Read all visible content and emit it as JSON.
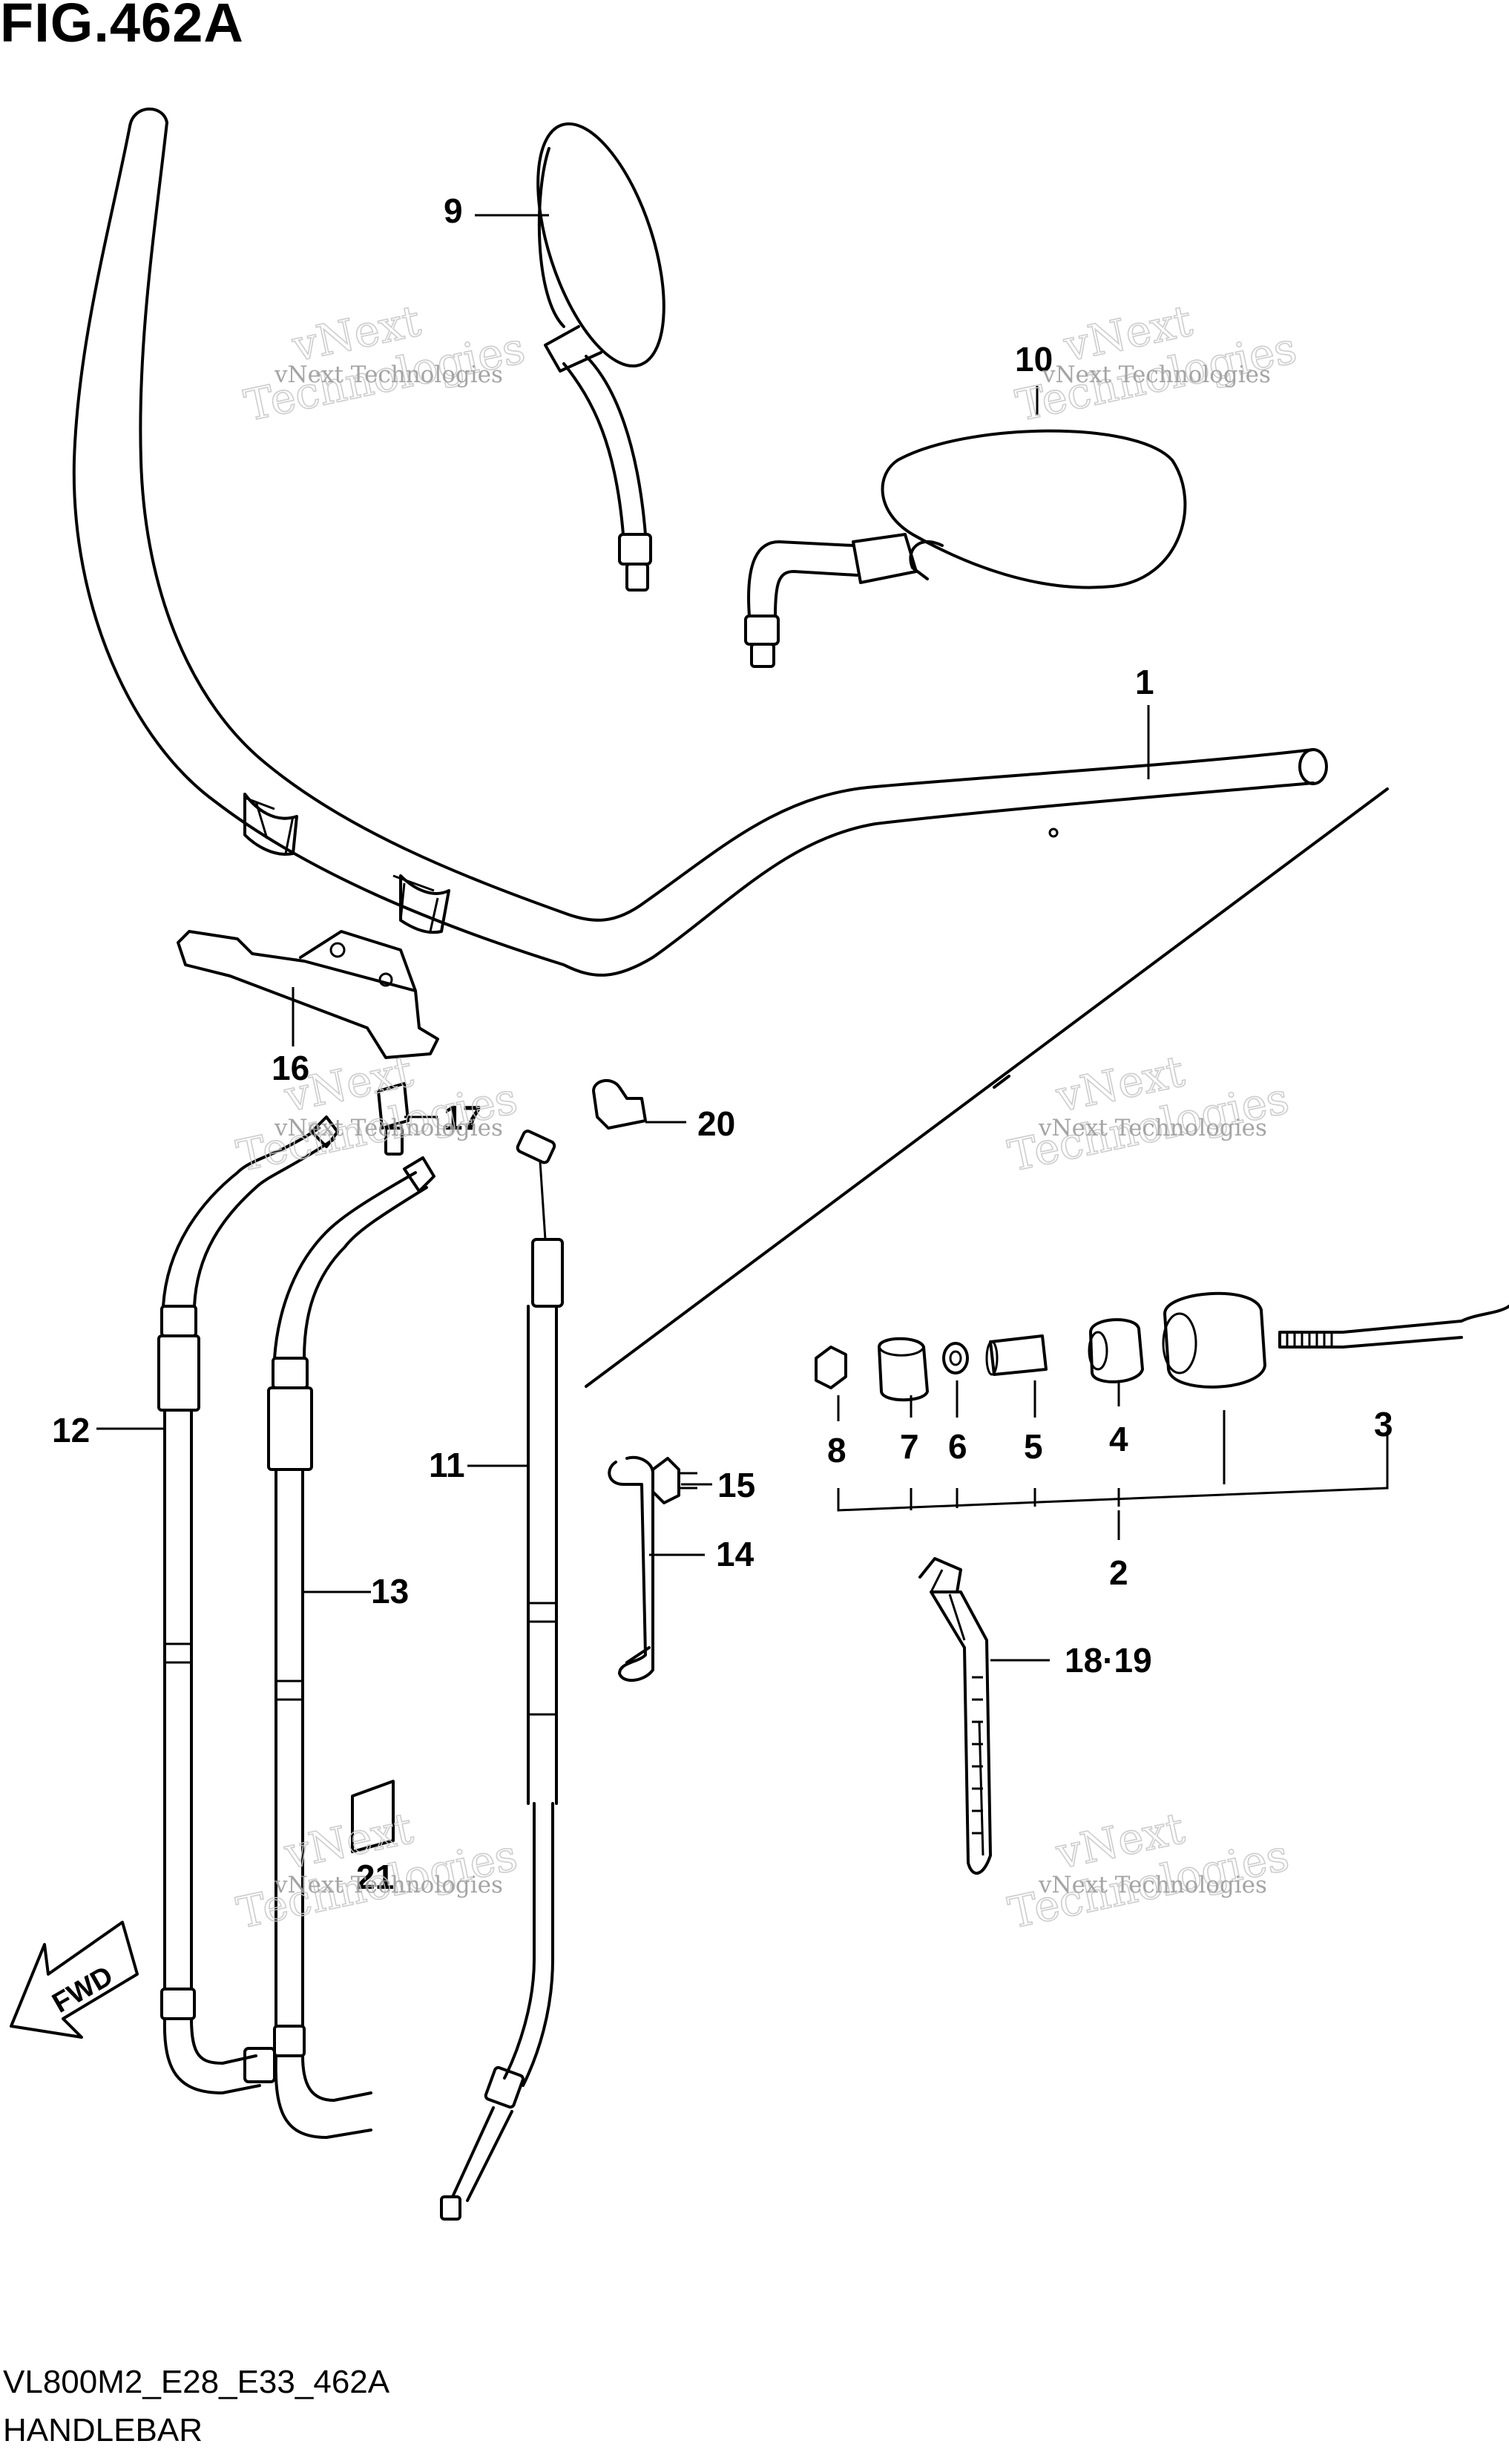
{
  "figure": {
    "title": "FIG.462A",
    "model_code": "VL800M2_E28_E33_462A",
    "section_name": "HANDLEBAR"
  },
  "fwd_label": "FWD",
  "watermark": {
    "line1": "vNext Technologies",
    "line2": "vNext",
    "line3": "Technologies"
  },
  "callouts": {
    "c1": "1",
    "c2": "2",
    "c3": "3",
    "c4": "4",
    "c5": "5",
    "c6": "6",
    "c7": "7",
    "c8": "8",
    "c9": "9",
    "c10": "10",
    "c11": "11",
    "c12": "12",
    "c13": "13",
    "c14": "14",
    "c15": "15",
    "c16": "16",
    "c17": "17",
    "c18_19": "18·19",
    "c20": "20",
    "c21": "21"
  }
}
